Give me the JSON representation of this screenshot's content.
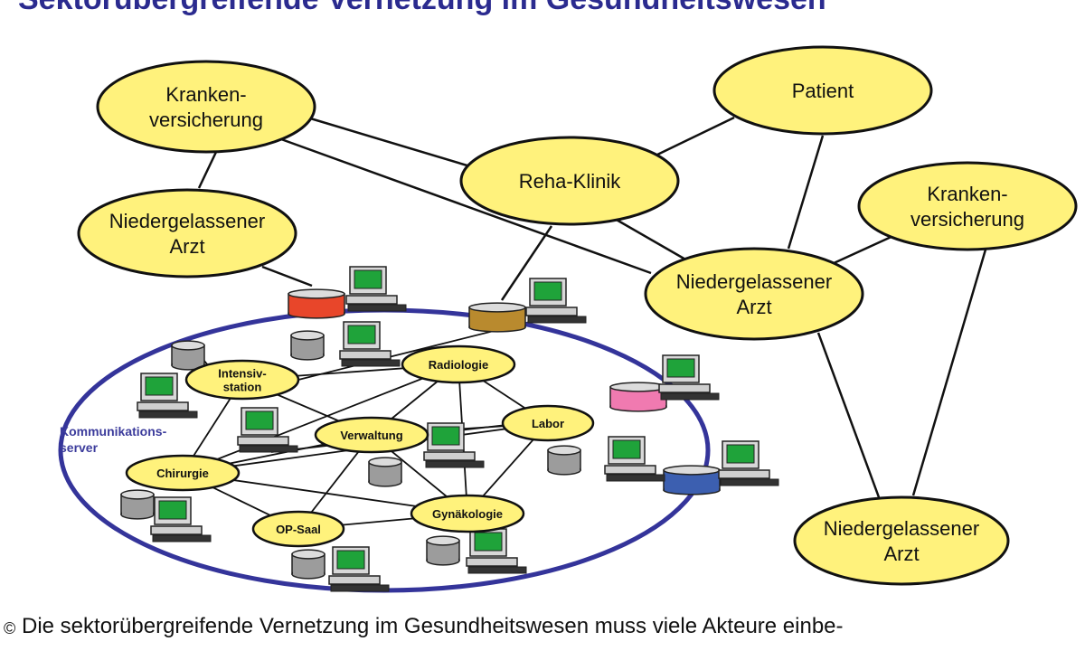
{
  "title": "Sektorübergreifende Vernetzung im Gesundheitswesen",
  "outer_nodes": {
    "kv1": [
      "Kranken-",
      "versicherung"
    ],
    "patient": [
      "Patient"
    ],
    "reha": [
      "Reha-Klinik"
    ],
    "arzt1": [
      "Niedergelassener",
      "Arzt"
    ],
    "kv2": [
      "Kranken-",
      "versicherung"
    ],
    "arzt2": [
      "Niedergelassener",
      "Arzt"
    ],
    "arzt3": [
      "Niedergelassener",
      "Arzt"
    ]
  },
  "inner_nodes": {
    "intensiv": [
      "Intensiv-",
      "station"
    ],
    "radiologie": [
      "Radiologie"
    ],
    "verwaltung": [
      "Verwaltung"
    ],
    "labor": [
      "Labor"
    ],
    "chirurgie": [
      "Chirurgie"
    ],
    "opsaal": [
      "OP-Saal"
    ],
    "gynaekologie": [
      "Gynäkologie"
    ]
  },
  "server_label": [
    "Kommunikations-",
    "server"
  ],
  "colors": {
    "node_fill": "#fff27c",
    "ring": "#34349a",
    "title": "#2b2b8f",
    "db_red": "#e8462a",
    "db_brown": "#b98a2e",
    "db_pink": "#f07ab0",
    "db_blue": "#3c5fb0",
    "db_gray": "#9c9c9c",
    "screen": "#1fa33a"
  },
  "icons": {
    "database": "database-icon",
    "computer": "computer-terminal-icon",
    "copyright": "copyright-icon"
  },
  "caption": {
    "symbol": "©",
    "text": "Die sektorübergreifende Vernetzung im Gesundheitswesen muss viele Akteure einbe-"
  }
}
